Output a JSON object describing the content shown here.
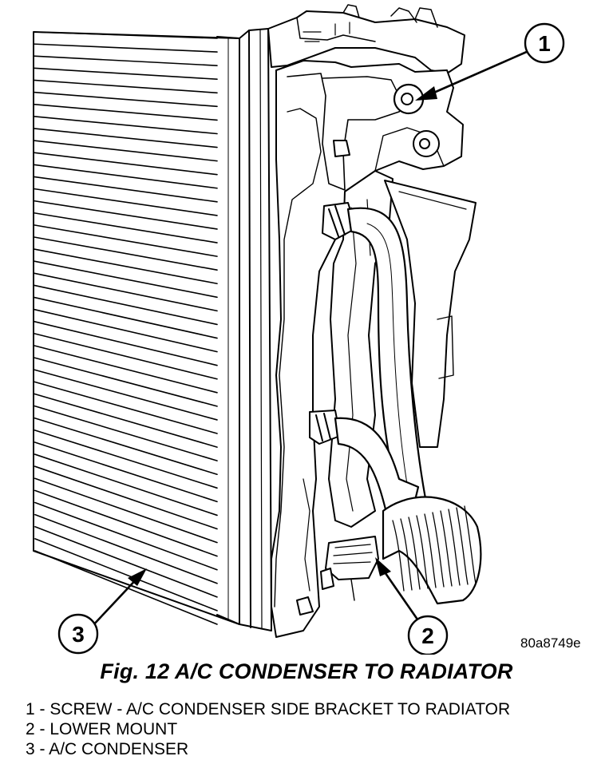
{
  "figure": {
    "reference_code": "80a8749e",
    "title": "Fig. 12 A/C CONDENSER TO RADIATOR",
    "callouts": [
      "1",
      "2",
      "3"
    ]
  },
  "legend": {
    "items": [
      "1 - SCREW - A/C CONDENSER SIDE BRACKET TO RADIATOR",
      "2 - LOWER MOUNT",
      "3 - A/C CONDENSER"
    ]
  },
  "colors": {
    "ink": "#000000",
    "paper": "#ffffff"
  }
}
